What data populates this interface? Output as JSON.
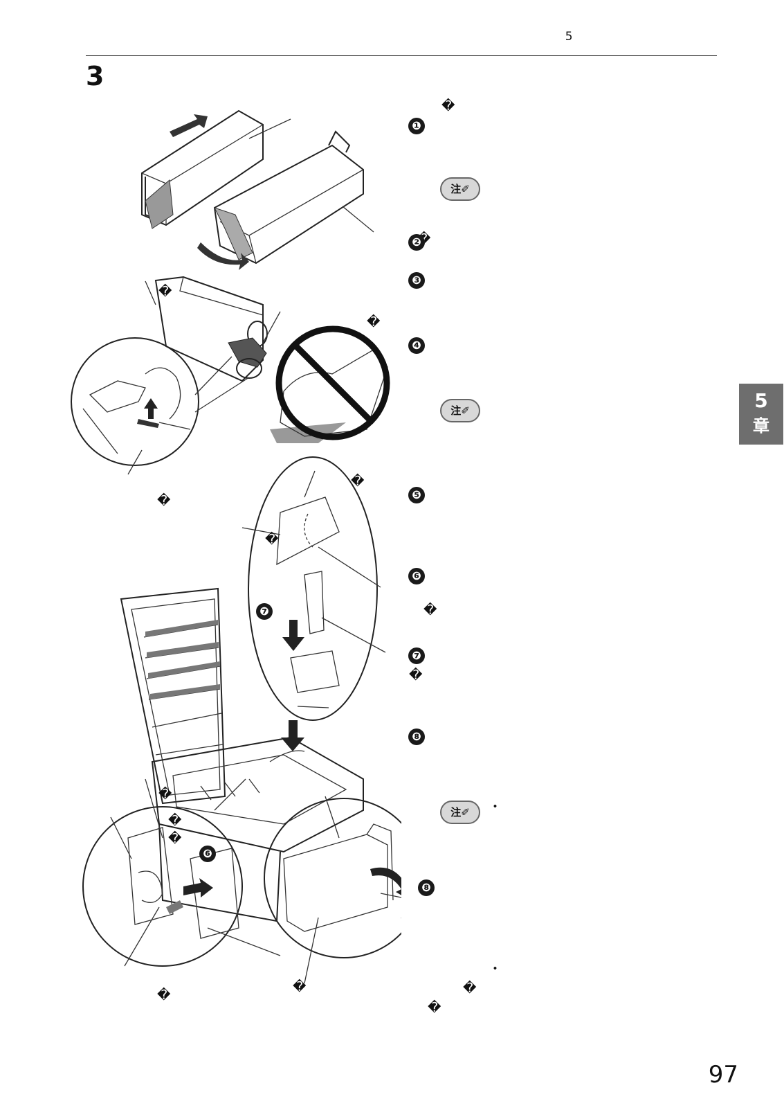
{
  "header": {
    "chapter": "5 　　　　　　　　　"
  },
  "step": {
    "number": "3",
    "title": "　　　　　　　　　　　　　　　　　　　　　　"
  },
  "labels": {
    "l1": "　　　　　　　　　　�",
    "l2": "　　　�",
    "l3": "　　　�",
    "l4": "　　　　　�",
    "l5": "　　　�",
    "l6": "　　　�",
    "l7": "　　　　　　　　　�",
    "l8": "　　�",
    "l9": "　�",
    "l10": "　　　�",
    "l11a": "　　　　　　　�",
    "l11b": "　　　　　　　�",
    "l12": "　�",
    "l13": "　　　�",
    "l14": "　　　�",
    "l15": "　　　　　　　　　　�"
  },
  "instructions": {
    "s1": "　　　　　　　　　　　　　　　　　　　　　　　　　　　　",
    "n1": "　　　　　　　　　　　　　　　　　　　　　　　　　　　　　",
    "s2": "　　　　　　　　　　　",
    "s3": "　　　　　　　　　　　　　　　　　　　　　　　　　　　　　　　",
    "s4": "　　　　　　　　　　　　　　　　　　　　　　　　　　　　　　　　",
    "n2": "　　　　　　　　　　　　　　　　　　　　　　　　　　　　　　　　　　　　　　　　　　　　　　　　　　",
    "s5": "　　　　　　　　　　　　　　　　　　　　　　　　　　　　　　　　　　　　　　　　　　　　　　　　　　",
    "s6": "　　　　　　　　　　　　　　　　　　　　　　　　　　　　　　　　　　　　　　　　　　　　　　　",
    "s7": "　　　　　　　　　　　　　　　　　　　　　　　　　　　　　　　　　　　　　　　　　　",
    "s8": "　　　　　　　　　　　　　　　　　　　　　　　　　　　　　　　　　　　　　　",
    "n3a": "　　　　　　　　　　　　　　　　　　　　　　　　　　　　　　　　　　　　　　　　　　　　　　　　　　　　　　　　　　　　　　　　　　　　　　　　　　　　　　　　　　　　　　　　　　",
    "n3b": "　　　　　　　　　　　　　　　　　　　　　　　　　　　　　　　　　　　"
  },
  "note_badge": "注",
  "note_bullet": "・",
  "step_markers": [
    "❶",
    "❷",
    "❸",
    "❹",
    "❺",
    "❻",
    "❼",
    "❽"
  ],
  "figure_markers": {
    "m6": "❻",
    "m7": "❼",
    "m8": "❽"
  },
  "chapter_tab": {
    "number": "5",
    "glyph": "章"
  },
  "page_number": "97"
}
